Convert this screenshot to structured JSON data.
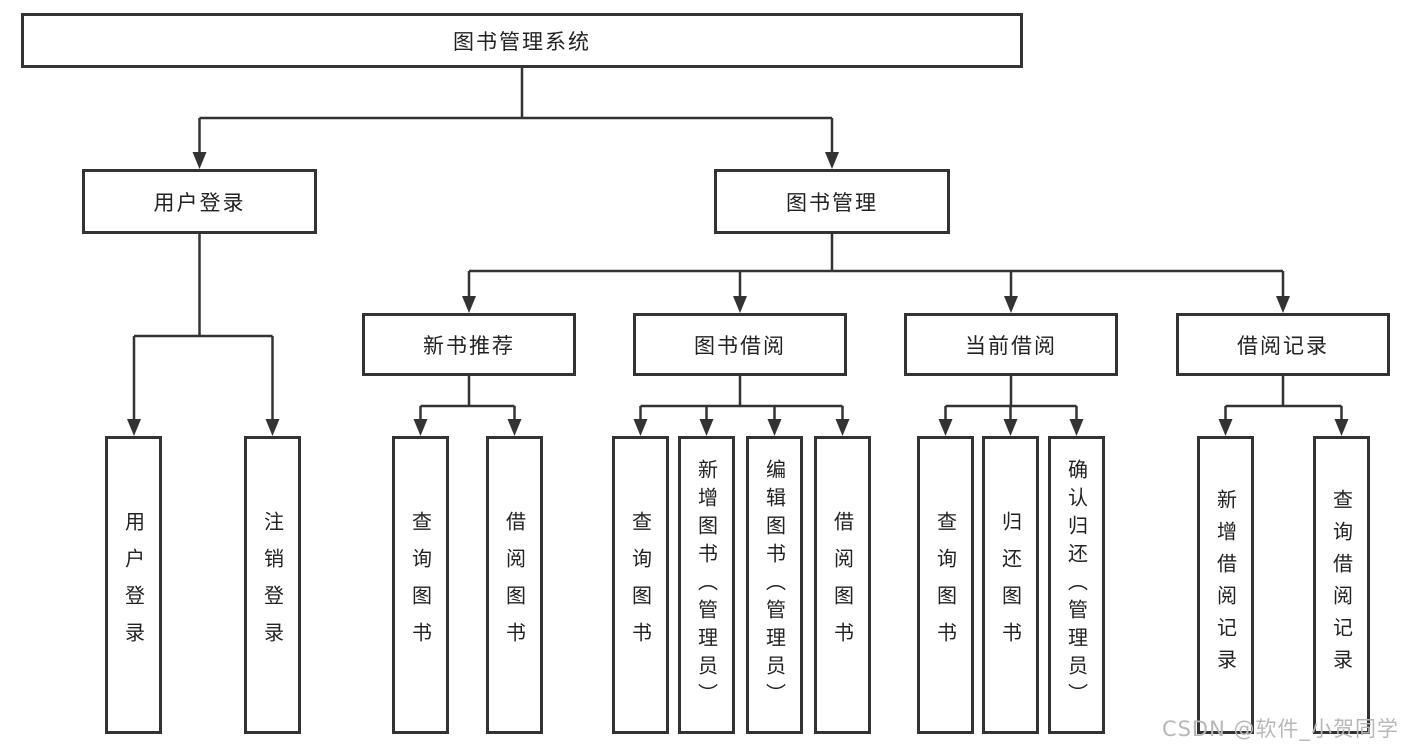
{
  "diagram": {
    "type": "hierarchy-tree",
    "root": {
      "label": "图书管理系统",
      "children": [
        {
          "label": "用户登录",
          "children": [
            {
              "label": "用户登录"
            },
            {
              "label": "注销登录"
            }
          ]
        },
        {
          "label": "图书管理",
          "children": [
            {
              "label": "新书推荐",
              "children": [
                {
                  "label": "查询图书"
                },
                {
                  "label": "借阅图书"
                }
              ]
            },
            {
              "label": "图书借阅",
              "children": [
                {
                  "label": "查询图书"
                },
                {
                  "label": "新增图书（管理员）"
                },
                {
                  "label": "编辑图书（管理员）"
                },
                {
                  "label": "借阅图书"
                }
              ]
            },
            {
              "label": "当前借阅",
              "children": [
                {
                  "label": "查询图书"
                },
                {
                  "label": "归还图书"
                },
                {
                  "label": "确认归还（管理员）"
                }
              ]
            },
            {
              "label": "借阅记录",
              "children": [
                {
                  "label": "新增借阅记录"
                },
                {
                  "label": "查询借阅记录"
                }
              ]
            }
          ]
        }
      ]
    },
    "colors": {
      "line": "#333333",
      "box_border": "#333333",
      "text": "#222222",
      "background": "#ffffff",
      "watermark": "#b8b8b8"
    }
  },
  "watermark": {
    "text": "CSDN @软件_小贺同学"
  }
}
